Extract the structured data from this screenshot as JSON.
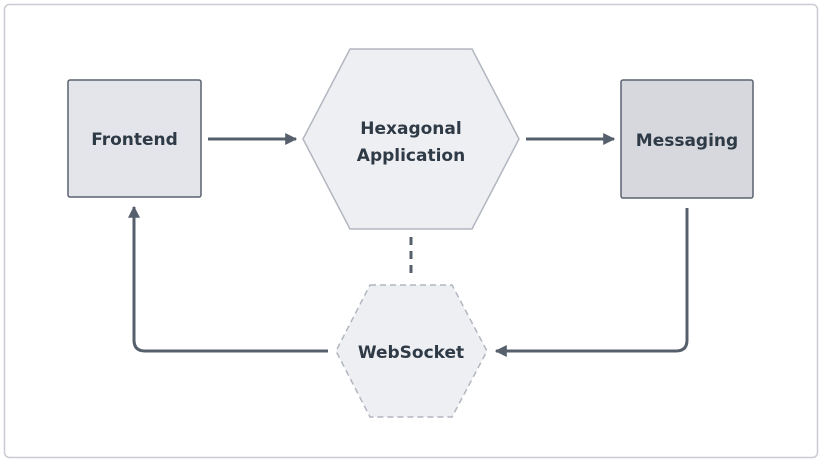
{
  "nodes": {
    "frontend": {
      "label": "Frontend"
    },
    "hexagonal": {
      "label_line1": "Hexagonal",
      "label_line2": "Application"
    },
    "messaging": {
      "label": "Messaging"
    },
    "websocket": {
      "label": "WebSocket"
    }
  },
  "colors": {
    "box_fill_light": "#e3e5ea",
    "box_fill_dark": "#d6d8de",
    "box_stroke": "#5a6270",
    "hex_fill": "#eeeff2",
    "hex_stroke": "#b2b6bf",
    "arrow": "#56606d",
    "frame_stroke": "#c9ccd2",
    "text": "#2f3a47"
  },
  "edges": [
    {
      "from": "frontend",
      "to": "hexagonal",
      "style": "solid"
    },
    {
      "from": "hexagonal",
      "to": "messaging",
      "style": "solid"
    },
    {
      "from": "messaging",
      "to": "websocket",
      "style": "solid"
    },
    {
      "from": "websocket",
      "to": "frontend",
      "style": "solid"
    },
    {
      "from": "hexagonal",
      "to": "websocket",
      "style": "dashed"
    }
  ]
}
